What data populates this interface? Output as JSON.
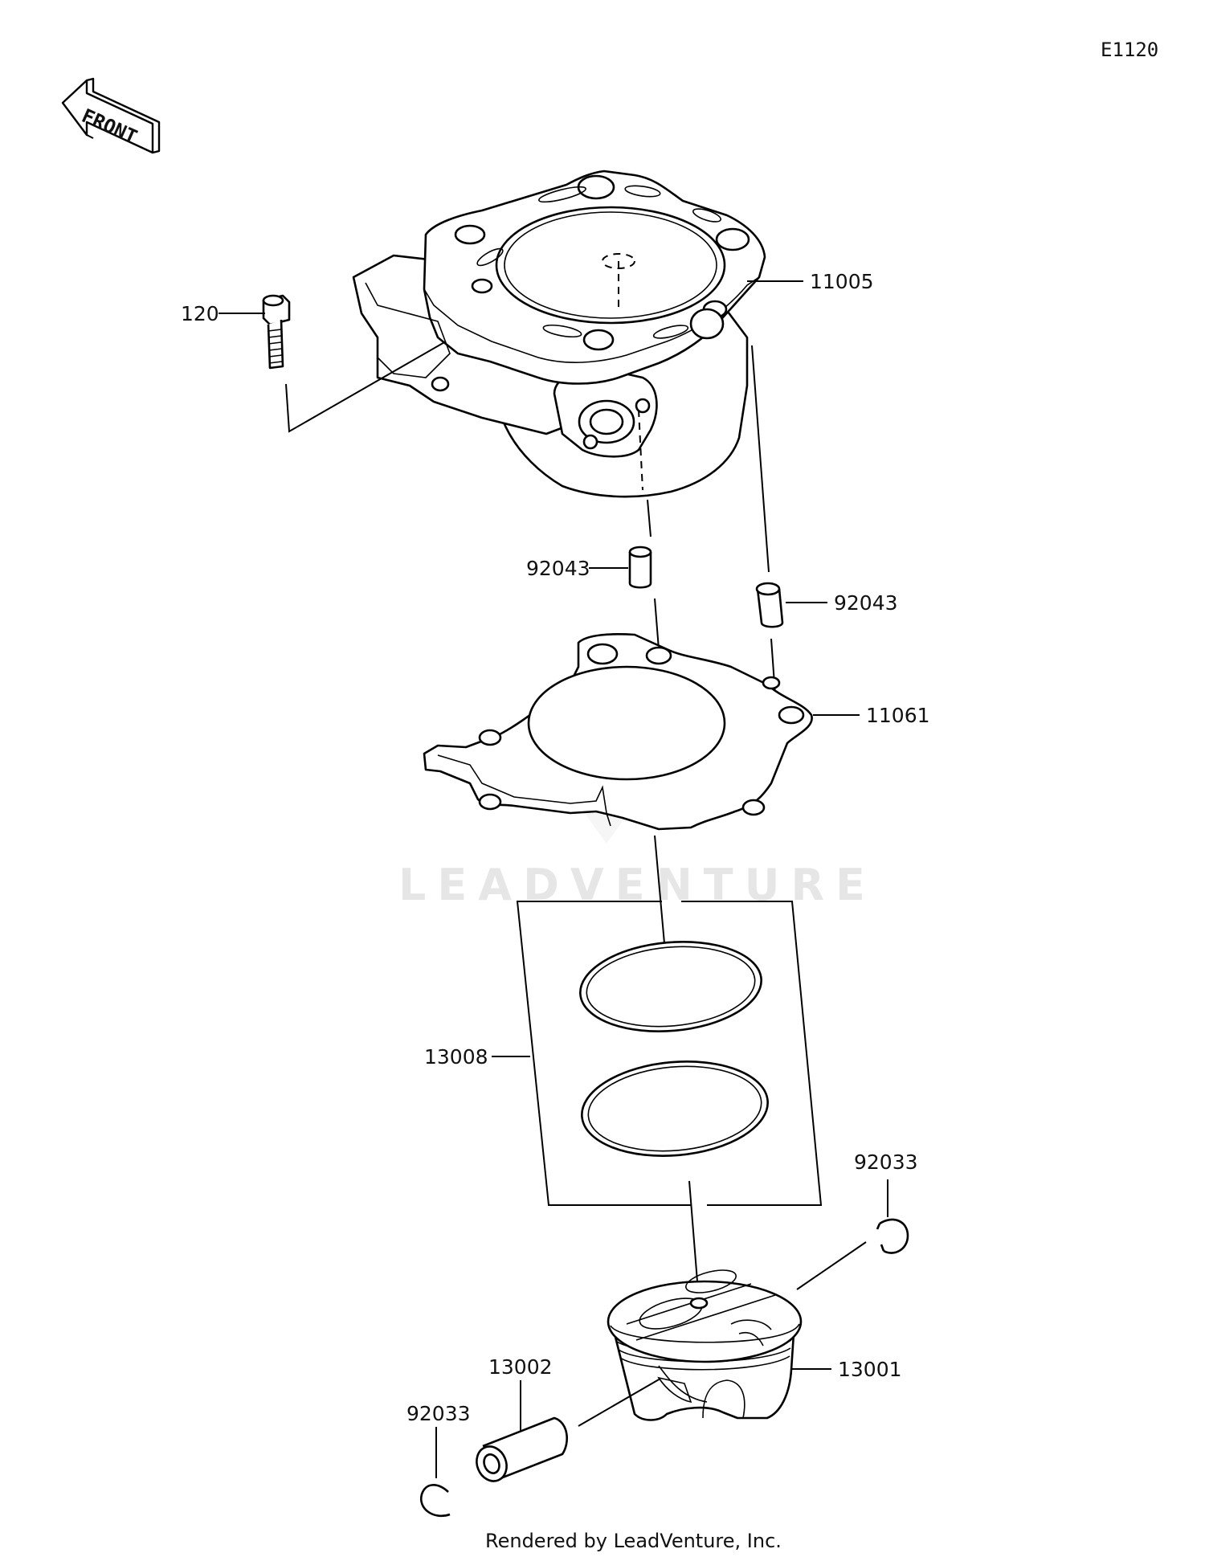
{
  "diagram": {
    "code": "E1120",
    "front_label": "FRONT",
    "watermark": "LEADVENTURE",
    "footer": "Rendered by LeadVenture, Inc.",
    "callouts": {
      "bolt": "120",
      "cylinder": "11005",
      "dowel_left": "92043",
      "dowel_right": "92043",
      "gasket": "11061",
      "ring_set": "13008",
      "clip_right": "92033",
      "piston": "13001",
      "piston_pin": "13002",
      "clip_left": "92033"
    }
  }
}
